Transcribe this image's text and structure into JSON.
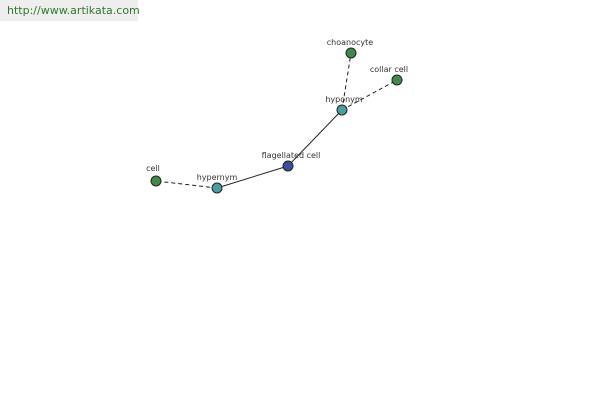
{
  "watermark": "http://www.artikata.com",
  "graph": {
    "nodes": {
      "center": {
        "label": "flagellated cell",
        "color": "#3a4f9a"
      },
      "hypernym_hub": {
        "label": "hypernym",
        "color": "#4a9ea0"
      },
      "hyponym_hub": {
        "label": "hyponym",
        "color": "#4a9ea0"
      },
      "cell": {
        "label": "cell",
        "color": "#3f8a4a"
      },
      "choanocyte": {
        "label": "choanocyte",
        "color": "#3f8a4a"
      },
      "collar_cell": {
        "label": "collar cell",
        "color": "#3f8a4a"
      }
    },
    "edges": [
      {
        "from": "center",
        "to": "hypernym_hub",
        "style": "solid"
      },
      {
        "from": "center",
        "to": "hyponym_hub",
        "style": "solid"
      },
      {
        "from": "hypernym_hub",
        "to": "cell",
        "style": "dashed"
      },
      {
        "from": "hyponym_hub",
        "to": "choanocyte",
        "style": "dashed"
      },
      {
        "from": "hyponym_hub",
        "to": "collar_cell",
        "style": "dashed"
      }
    ]
  }
}
